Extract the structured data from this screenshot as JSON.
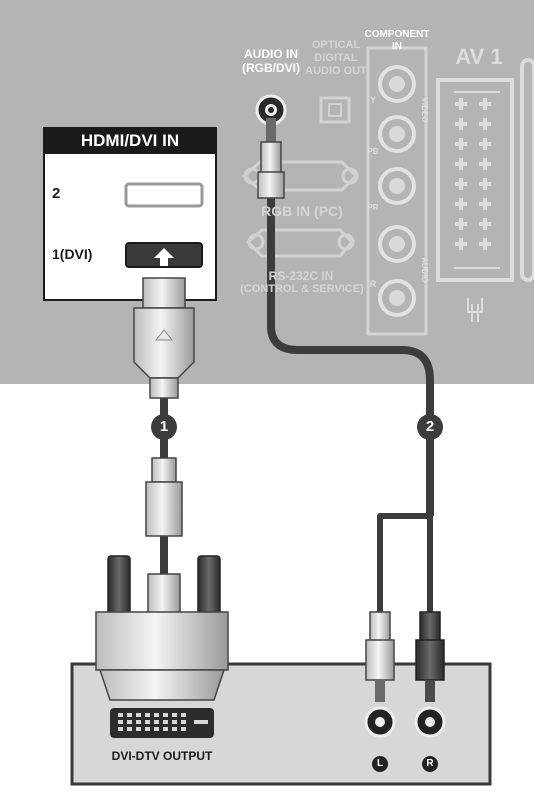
{
  "tv_panel": {
    "hdmi_title": "HDMI/DVI IN",
    "hdmi_port_2": "2",
    "hdmi_port_1": "1(DVI)",
    "audio_in_line1": "AUDIO IN",
    "audio_in_line2": "(RGB/DVI)",
    "optical_line1": "OPTICAL",
    "optical_line2": "DIGITAL",
    "optical_line3": "AUDIO OUT",
    "component_line1": "COMPONENT",
    "component_line2": "IN",
    "av1_label": "AV 1",
    "rgb_in_label": "RGB IN (PC)",
    "rs232_line1": "RS-232C IN",
    "rs232_line2": "(CONTROL & SERVICE)",
    "video_label": "VIDEO",
    "audio_label": "AUDIO",
    "y_label": "Y",
    "pb_label": "PB",
    "pr_label": "PR",
    "r_label": "R"
  },
  "steps": {
    "step1": "1",
    "step2": "2"
  },
  "source_device": {
    "dvi_output_label": "DVI-DTV OUTPUT",
    "audio_left": "L",
    "audio_right": "R"
  },
  "colors": {
    "panel_gray": "#b4b4b4",
    "cable_dark": "#3c3c3c",
    "white": "#ffffff",
    "black": "#1a1a1a"
  }
}
